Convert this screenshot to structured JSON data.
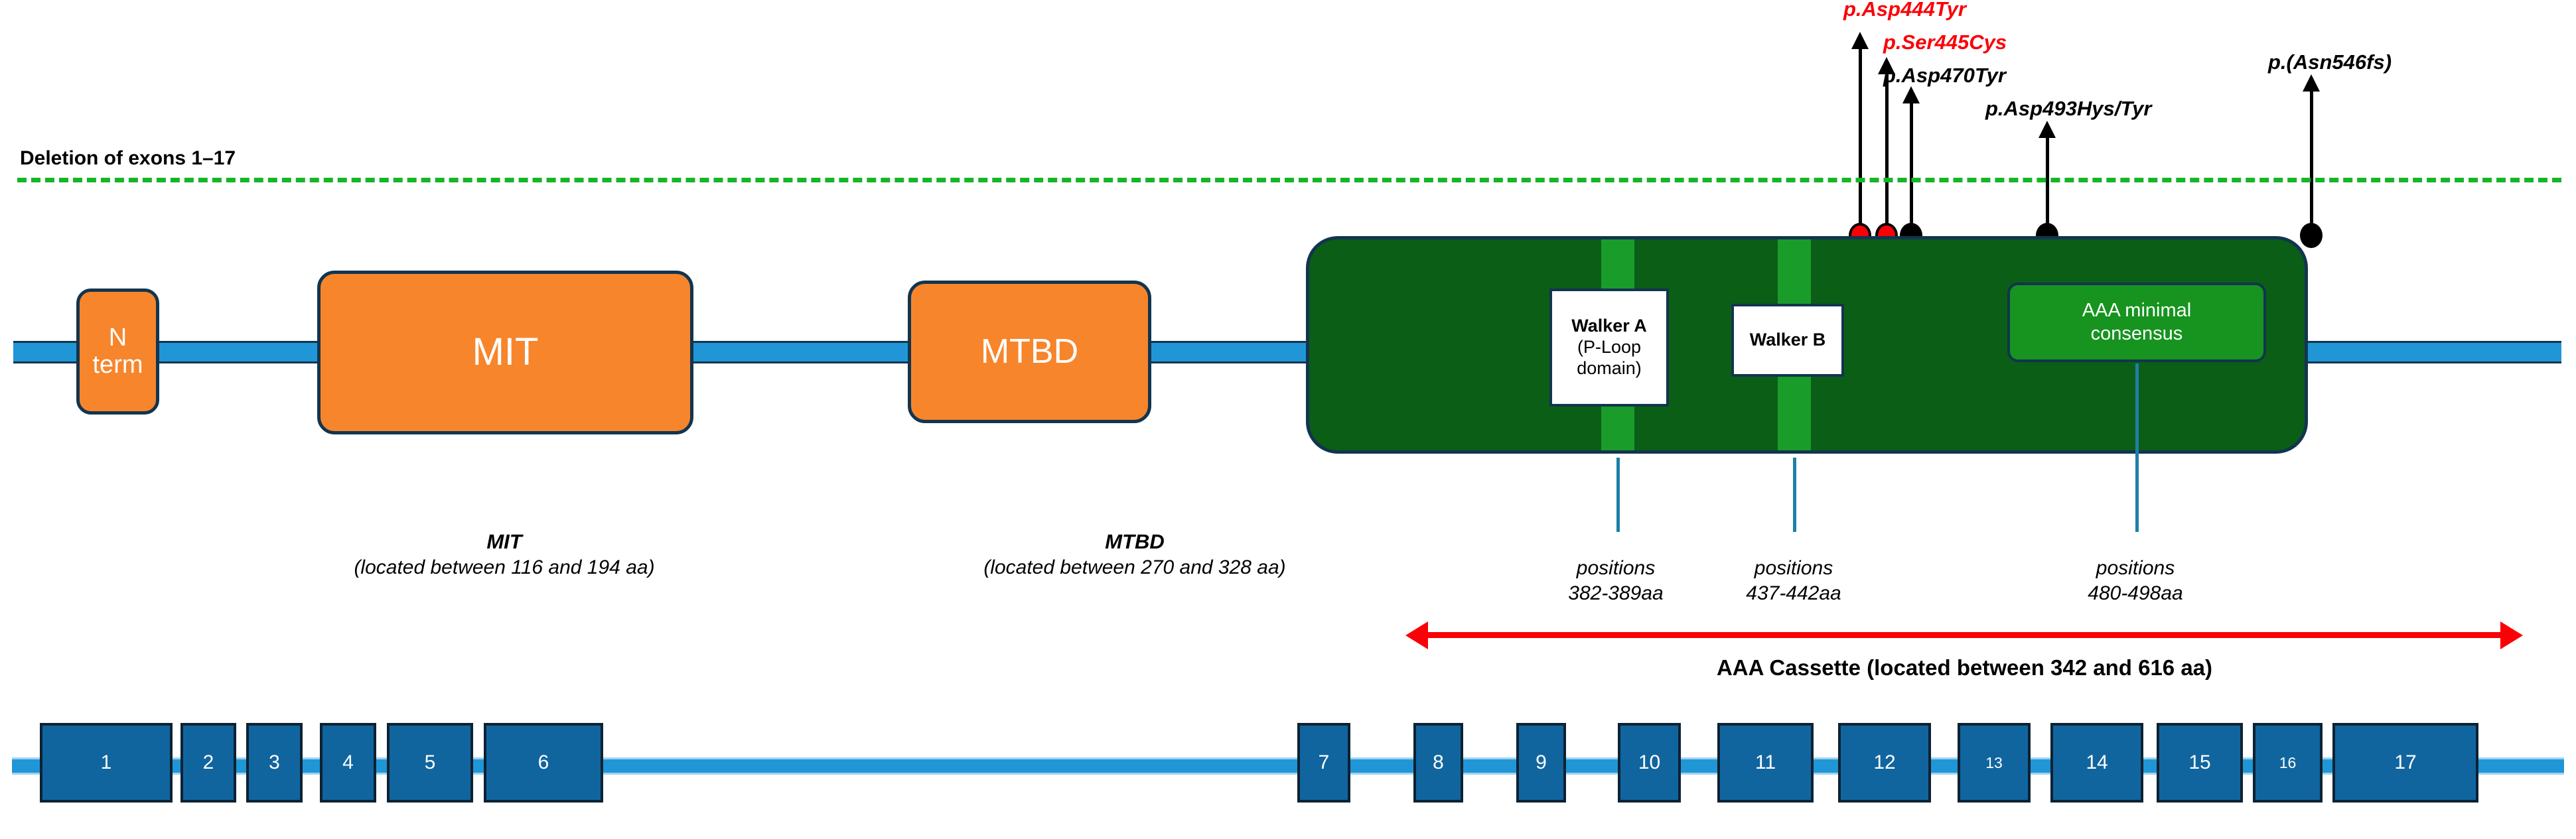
{
  "deletion": {
    "label": "Deletion of exons 1–17",
    "line_color": "#17b526"
  },
  "protein": {
    "domains": [
      {
        "name": "n-term",
        "label": "N\nterm",
        "line1": "N",
        "line2": "term",
        "color": "#f7852c"
      },
      {
        "name": "mit",
        "label": "MIT",
        "color": "#f7852c"
      },
      {
        "name": "mtbd",
        "label": "MTBD",
        "color": "#f7852c"
      }
    ],
    "cassette": {
      "name": "aaa-cassette",
      "color": "#0b5e16",
      "motifs": [
        {
          "name": "walker-a",
          "line1": "Walker A",
          "line2": "(P-Loop",
          "line3": "domain)"
        },
        {
          "name": "walker-b",
          "line1": "Walker B"
        },
        {
          "name": "aaa-minimal-consensus",
          "line1": "AAA minimal",
          "line2": "consensus"
        }
      ]
    }
  },
  "captions": [
    {
      "title": "MIT",
      "sub": "(located between 116 and 194 aa)"
    },
    {
      "title": "MTBD",
      "sub": "(located between 270 and 328 aa)"
    }
  ],
  "positions": [
    {
      "line1": "positions",
      "line2": "382-389aa"
    },
    {
      "line1": "positions",
      "line2": "437-442aa"
    },
    {
      "line1": "positions",
      "line2": "480-498aa"
    }
  ],
  "cassette_caption": "AAA Cassette (located between 342 and 616 aa)",
  "mutations": [
    {
      "label": "p.Asp444Tyr",
      "color": "#fb0007",
      "marker_color": "#fb0007"
    },
    {
      "label": "p.Ser445Cys",
      "color": "#fb0007",
      "marker_color": "#fb0007"
    },
    {
      "label": "p.Asp470Tyr",
      "color": "#000000",
      "marker_color": "#000000"
    },
    {
      "label": "p.Asp493Hys/Tyr",
      "color": "#000000",
      "marker_color": "#000000"
    },
    {
      "label": "p.(Asn546fs)",
      "color": "#000000",
      "marker_color": "#000000"
    }
  ],
  "exons": [
    {
      "number": "1"
    },
    {
      "number": "2"
    },
    {
      "number": "3"
    },
    {
      "number": "4"
    },
    {
      "number": "5"
    },
    {
      "number": "6"
    },
    {
      "number": "7"
    },
    {
      "number": "8"
    },
    {
      "number": "9"
    },
    {
      "number": "10"
    },
    {
      "number": "11"
    },
    {
      "number": "12"
    },
    {
      "number": "13"
    },
    {
      "number": "14"
    },
    {
      "number": "15"
    },
    {
      "number": "16"
    },
    {
      "number": "17"
    }
  ]
}
